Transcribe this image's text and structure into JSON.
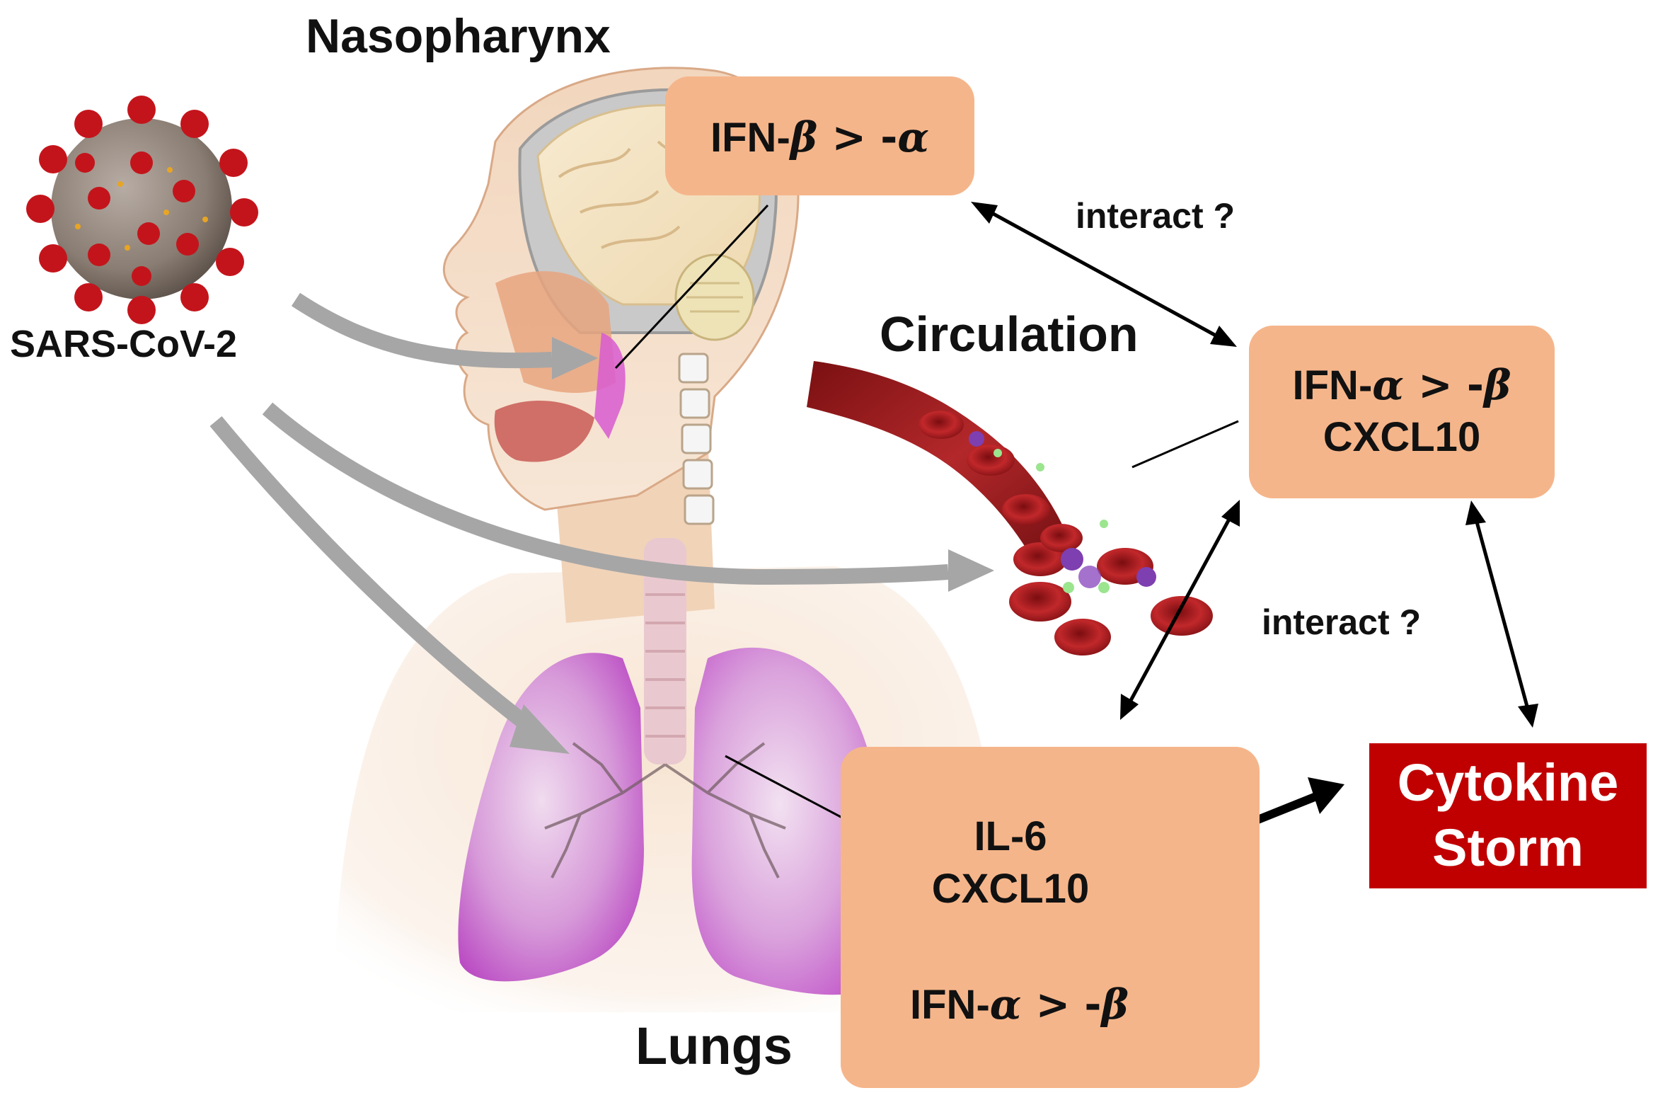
{
  "labels": {
    "virus": "SARS-CoV-2",
    "nasopharynx": "Nasopharynx",
    "circulation": "Circulation",
    "lungs": "Lungs",
    "interact_top": "interact ?",
    "interact_mid": "interact ?"
  },
  "boxes": {
    "nasopharynx": {
      "line1_prefix": "IFN-",
      "line1_greek1": "β",
      "line1_gt": " > -",
      "line1_greek2": "α"
    },
    "circulation": {
      "line1_prefix": "IFN-",
      "line1_greek1": "α",
      "line1_gt": " > -",
      "line1_greek2": "β",
      "line2": "CXCL10"
    },
    "lungs": {
      "line1": "IL-6",
      "line2": "CXCL10",
      "line3_prefix": "IFN-",
      "line3_greek1": "α",
      "line3_gt": " > -",
      "line3_greek2": "β"
    }
  },
  "cytokine_storm": {
    "line1": "Cytokine",
    "line2": "Storm"
  },
  "colors": {
    "box_fill": "#f5b58a",
    "storm_fill": "#c00000",
    "virus_spike": "#c4141b",
    "virus_body": "#8f8278",
    "flow_arrow": "#a6a6a6",
    "lung": "#d27ad8",
    "blood_vessel": "#9c1b1e"
  }
}
